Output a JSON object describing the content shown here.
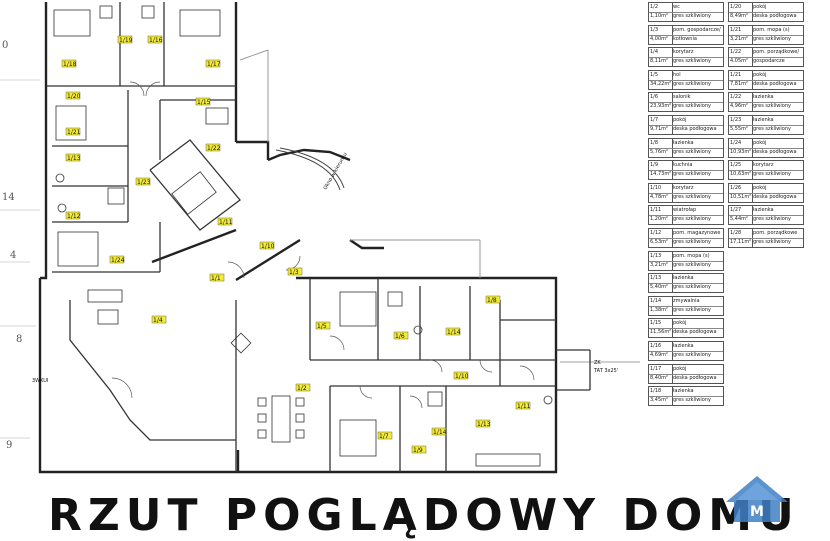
{
  "floor_plan": {
    "room_tags": [
      "1/18",
      "1/19",
      "1/16",
      "1/17",
      "1/20",
      "1/15",
      "1/21",
      "1/22",
      "1/13",
      "1/23",
      "1/12",
      "1/24",
      "1/11",
      "1/10",
      "1/3",
      "1/1",
      "1/4",
      "1/5",
      "1/6",
      "1/14",
      "1/8",
      "1/2",
      "1/7",
      "1/9",
      "1/14",
      "1/13",
      "1/11",
      "1/10"
    ],
    "annotations": {
      "stair_note": "Okno w kierunku",
      "dim_note": "ZK",
      "slope_note": "TAT 3x25'",
      "side_label": "3WKUI"
    },
    "margin_marks": [
      "0",
      "14",
      "4",
      "8",
      "9"
    ]
  },
  "legend": {
    "left": [
      {
        "num": "1/2",
        "area": "1,10m²",
        "name": "wc",
        "finish": "gres szkliwiony"
      },
      {
        "num": "1/3",
        "area": "4,00m²",
        "name": "pom. gospodarcze/ kotłownia",
        "finish": "gres szkliwiony"
      },
      {
        "num": "1/4",
        "area": "8,11m²",
        "name": "korytarz",
        "finish": "gres szkliwiony"
      },
      {
        "num": "1/5",
        "area": "34,22m²",
        "name": "hol",
        "finish": "gres szkliwiony"
      },
      {
        "num": "1/6",
        "area": "23,93m²",
        "name": "salonik",
        "finish": "gres szkliwiony"
      },
      {
        "num": "1/7",
        "area": "9,71m²",
        "name": "pokój",
        "finish": "deska podłogowa"
      },
      {
        "num": "1/8",
        "area": "5,76m²",
        "name": "łazienka",
        "finish": "gres szkliwiony"
      },
      {
        "num": "1/9",
        "area": "14,73m²",
        "name": "kuchnia",
        "finish": "gres szkliwiony"
      },
      {
        "num": "1/10",
        "area": "4,78m²",
        "name": "korytarz",
        "finish": "gres szkliwiony"
      },
      {
        "num": "1/11",
        "area": "1,20m²",
        "name": "wiatrołap",
        "finish": "gres szkliwiony"
      },
      {
        "num": "1/12",
        "area": "6,53m²",
        "name": "pom. magazynowe",
        "finish": "gres szkliwiony"
      },
      {
        "num": "1/13",
        "area": "3,21m²",
        "name": "pom. mopa (s)",
        "finish": "gres szkliwiony"
      },
      {
        "num": "1/13",
        "area": "5,40m²",
        "name": "łazienka",
        "finish": "gres szkliwiony"
      },
      {
        "num": "1/14",
        "area": "1,38m²",
        "name": "zmywalnia",
        "finish": "gres szkliwiony"
      },
      {
        "num": "1/15",
        "area": "11,56m²",
        "name": "pokój",
        "finish": "deska podłogowa"
      },
      {
        "num": "1/16",
        "area": "4,69m²",
        "name": "łazienka",
        "finish": "gres szkliwiony"
      },
      {
        "num": "1/17",
        "area": "8,40m²",
        "name": "pokój",
        "finish": "deska podłogowa"
      },
      {
        "num": "1/18",
        "area": "3,45m²",
        "name": "łazienka",
        "finish": "gres szkliwiony"
      }
    ],
    "right": [
      {
        "num": "1/20",
        "area": "8,49m²",
        "name": "pokój",
        "finish": "deska podłogowa"
      },
      {
        "num": "1/21",
        "area": "3,21m²",
        "name": "pom. mopa (s)",
        "finish": "gres szkliwiony"
      },
      {
        "num": "1/22",
        "area": "4,05m²",
        "name": "pom. porządkowe/ gospodarcze",
        "finish": "gres szkliwiony"
      },
      {
        "num": "1/21",
        "area": "7,81m²",
        "name": "pokój",
        "finish": "deska podłogowa"
      },
      {
        "num": "1/22",
        "area": "4,96m²",
        "name": "łazienka",
        "finish": "gres szkliwiony"
      },
      {
        "num": "1/23",
        "area": "5,55m²",
        "name": "łazienka",
        "finish": "gres szkliwiony"
      },
      {
        "num": "1/24",
        "area": "10,93m²",
        "name": "pokój",
        "finish": "deska podłogowa"
      },
      {
        "num": "1/25",
        "area": "10,63m²",
        "name": "korytarz",
        "finish": "gres szkliwiony"
      },
      {
        "num": "1/26",
        "area": "10,51m²",
        "name": "pokój",
        "finish": "deska podłogowa"
      },
      {
        "num": "1/27",
        "area": "5,44m²",
        "name": "łazienka",
        "finish": "gres szkliwiony"
      },
      {
        "num": "1/28",
        "area": "17,11m²",
        "name": "pom. porządkowe",
        "finish": "gres szkliwiony"
      }
    ]
  },
  "page_title": "RZUT POGLĄDOWY DOMU",
  "colors": {
    "tag_fill": "#f4ec3a",
    "line": "#222222",
    "logo": "#3f7fc4"
  }
}
